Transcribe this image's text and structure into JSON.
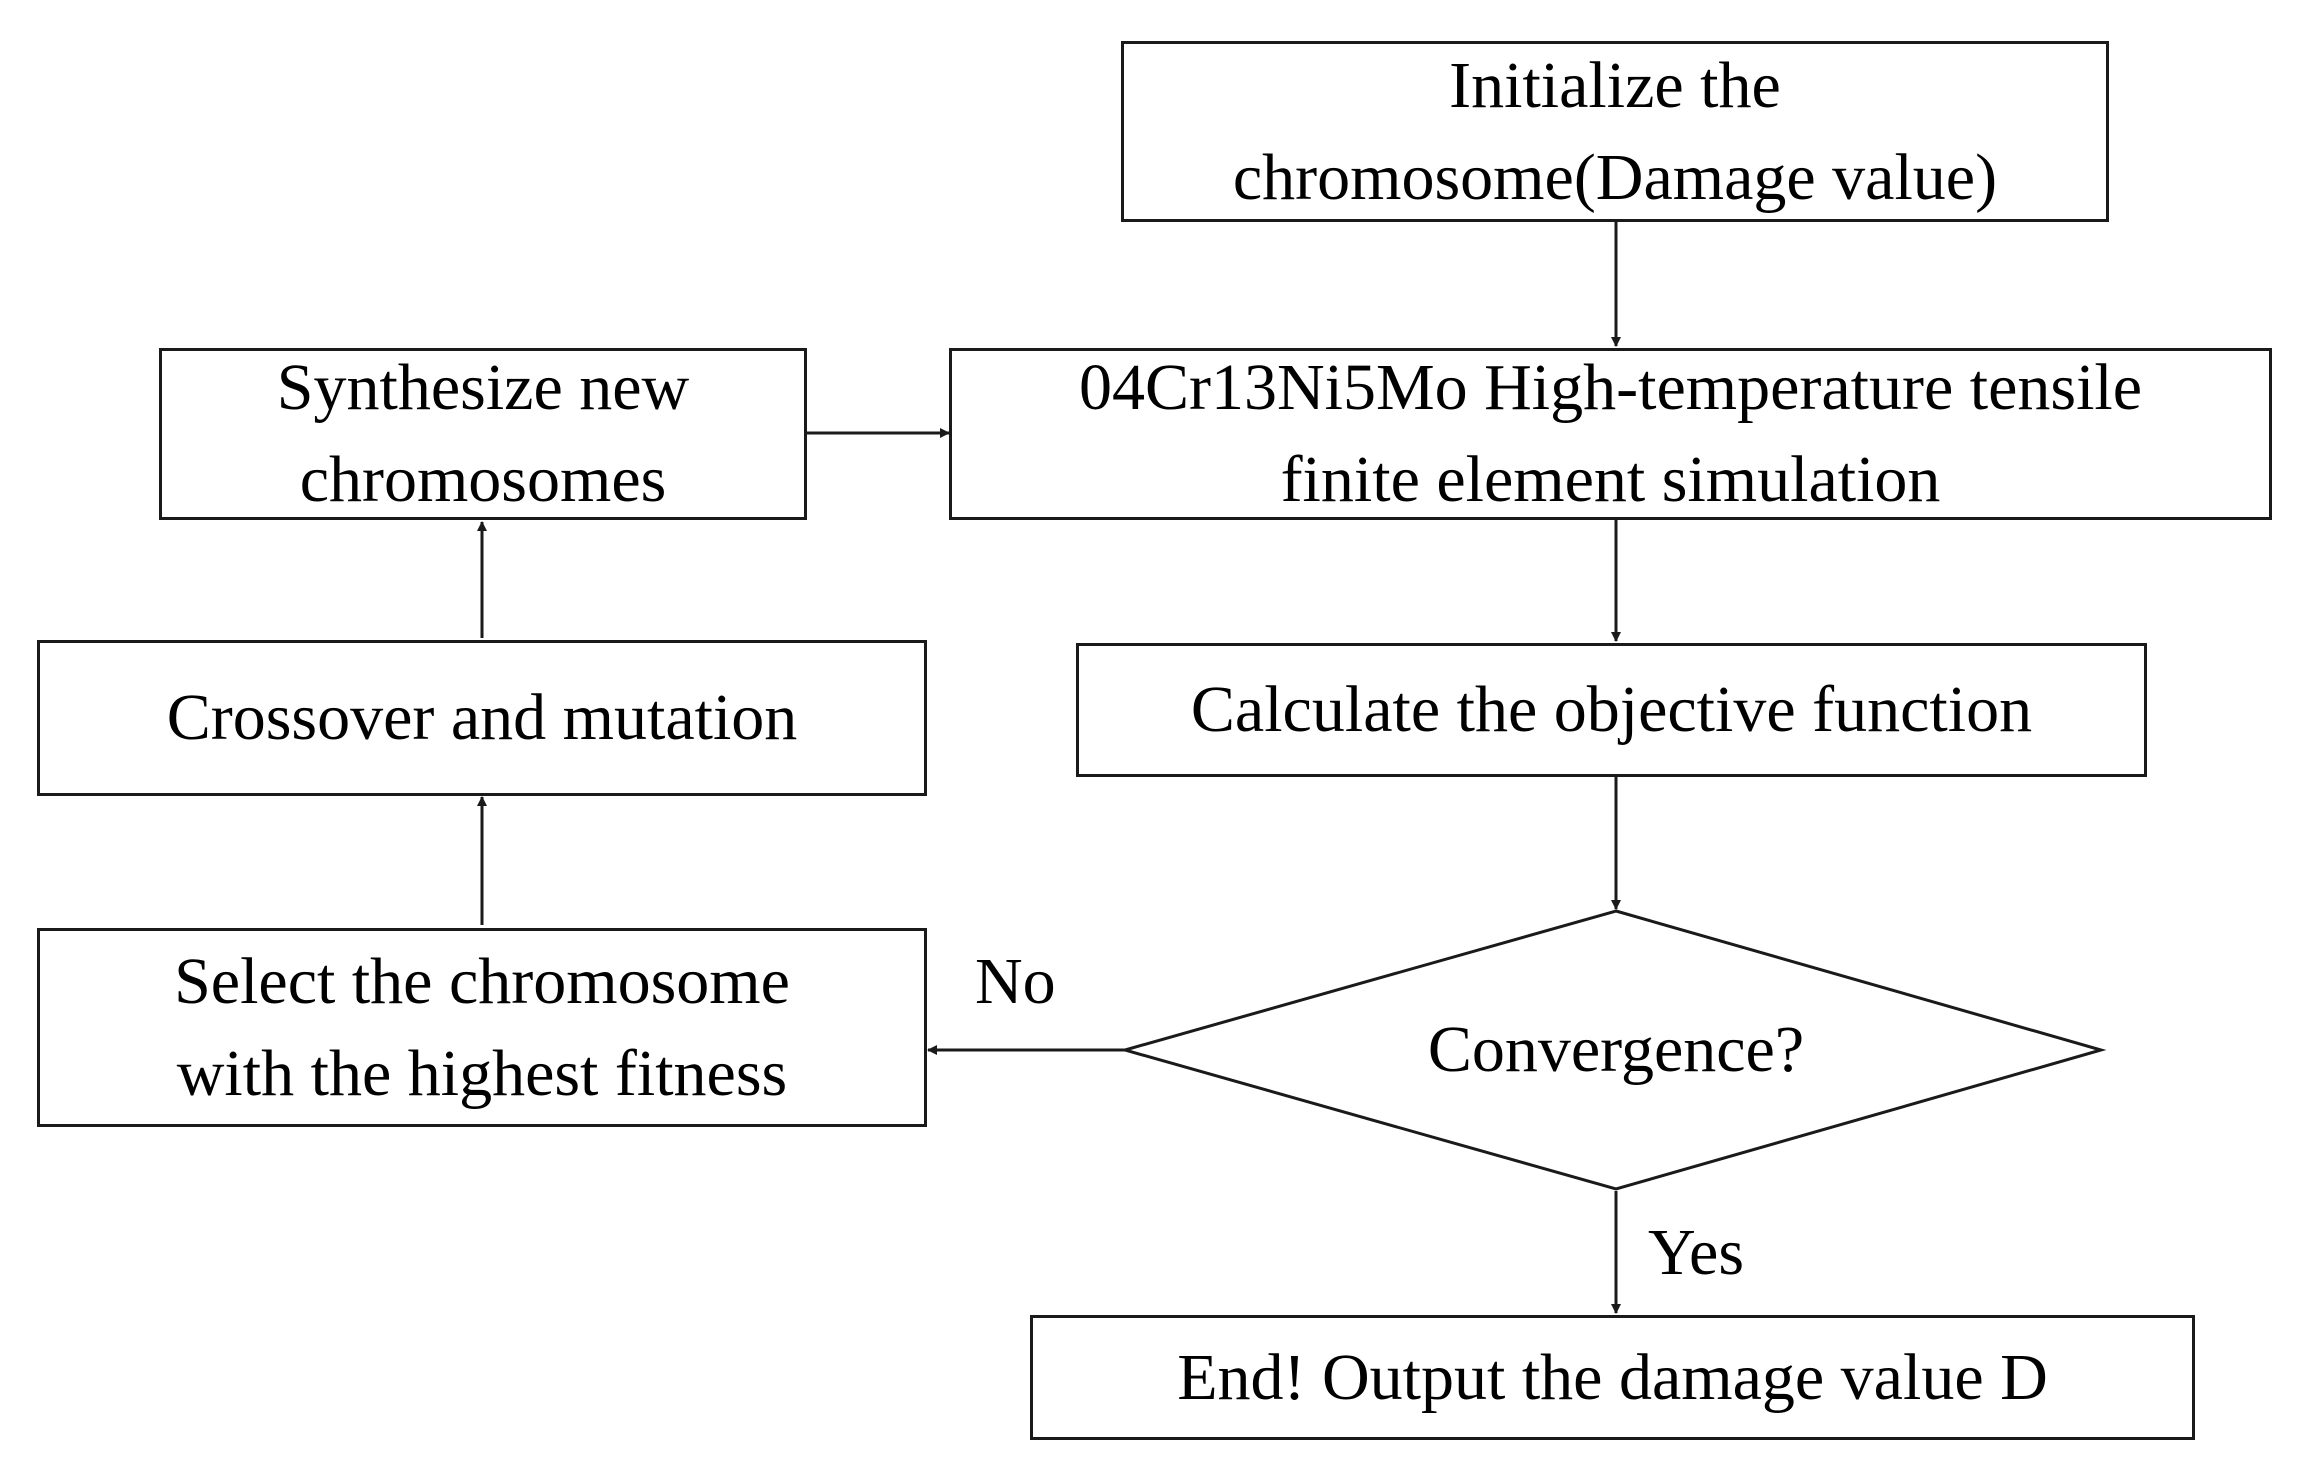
{
  "nodes": {
    "init": {
      "lines": [
        "Initialize the",
        "chromosome(Damage value)"
      ]
    },
    "simulation": {
      "lines": [
        "04Cr13Ni5Mo High-temperature tensile",
        "finite element simulation"
      ]
    },
    "objective": {
      "lines": [
        "Calculate the objective function"
      ]
    },
    "convergence": {
      "text": "Convergence?"
    },
    "end": {
      "lines": [
        "End! Output the damage value D"
      ]
    },
    "select": {
      "lines": [
        "Select the chromosome",
        "with the highest fitness"
      ]
    },
    "crossover": {
      "lines": [
        "Crossover and mutation"
      ]
    },
    "synthesize": {
      "lines": [
        "Synthesize new",
        "chromosomes"
      ]
    }
  },
  "edge_labels": {
    "no": "No",
    "yes": "Yes"
  }
}
